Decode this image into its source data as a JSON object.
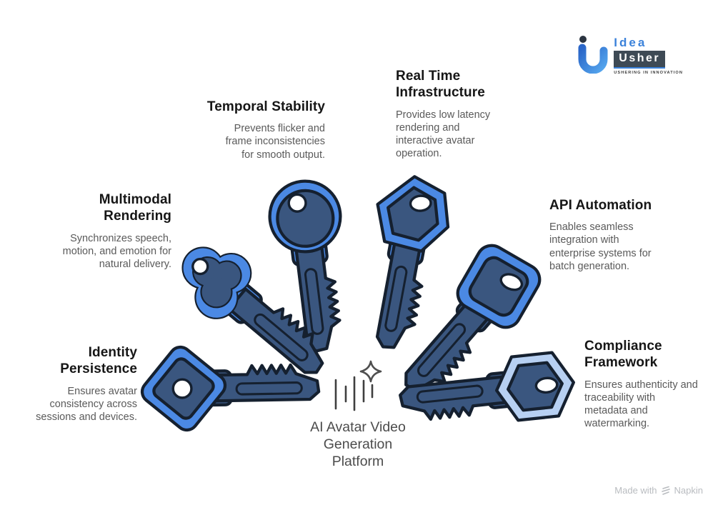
{
  "colors": {
    "key_bright": "#4b89e4",
    "key_dark": "#3a567f",
    "key_light": "#b7d0f2",
    "key_outline": "#15202f",
    "logo_blue": "#3b82da",
    "logo_box": "#3e4a55",
    "heading_text": "#161616",
    "body_text": "#5a5a5a",
    "center_text": "#4c4c4c",
    "footer_text": "#b9bcc0"
  },
  "logo": {
    "brand_top": "Idea",
    "brand_bottom": "Usher",
    "tagline": "USHERING IN INNOVATION"
  },
  "features": {
    "temporal_stability": {
      "title": "Temporal Stability",
      "description": "Prevents flicker and\nframe inconsistencies\nfor smooth output."
    },
    "real_time_infrastructure": {
      "title": "Real Time\nInfrastructure",
      "description": "Provides low latency\nrendering and\ninteractive avatar\noperation."
    },
    "multimodal_rendering": {
      "title": "Multimodal\nRendering",
      "description": "Synchronizes speech,\nmotion, and emotion for\nnatural delivery."
    },
    "api_automation": {
      "title": "API Automation",
      "description": "Enables seamless\nintegration with\nenterprise systems for\nbatch generation."
    },
    "identity_persistence": {
      "title": "Identity\nPersistence",
      "description": "Ensures avatar\nconsistency across\nsessions and devices."
    },
    "compliance_framework": {
      "title": "Compliance\nFramework",
      "description": "Ensures authenticity and\ntraceability with\nmetadata and\nwatermarking."
    }
  },
  "center": {
    "title": "AI Avatar Video\nGeneration\nPlatform"
  },
  "footer": {
    "made_with": "Made with",
    "brand": "Napkin"
  }
}
